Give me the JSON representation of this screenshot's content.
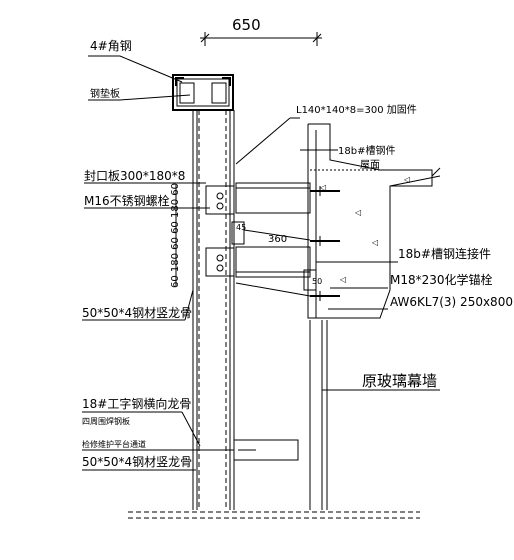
{
  "dimension_top": "650",
  "labels": {
    "angle_steel_4": "4#角钢",
    "steel_plate": "钢垫板",
    "stiffener": "L140*140*8=300 加固件",
    "channel_18b_top": "18b#槽钢件",
    "roof": "屋面",
    "cover_plate": "封口板300*180*8",
    "bolt_m16": "M16不锈钢螺栓",
    "channel_18b_conn": "18b#槽钢连接件",
    "anchor_m18": "M18*230化学锚栓",
    "beam_kl": "AW6KL7(3) 250x800",
    "keel_50_a": "50*50*4钢材竖龙骨",
    "glass_wall": "原玻璃幕墙",
    "ibeam_18": "18#工字钢横向龙骨",
    "weld_around": "四周围焊钢板",
    "platform": "检修维护平台通道",
    "keel_50_b": "50*50*4钢材竖龙骨",
    "vdim_stack": "60 180 60 60 180 60",
    "dim_45": "45",
    "dim_360": "360",
    "dim_50": "50"
  }
}
